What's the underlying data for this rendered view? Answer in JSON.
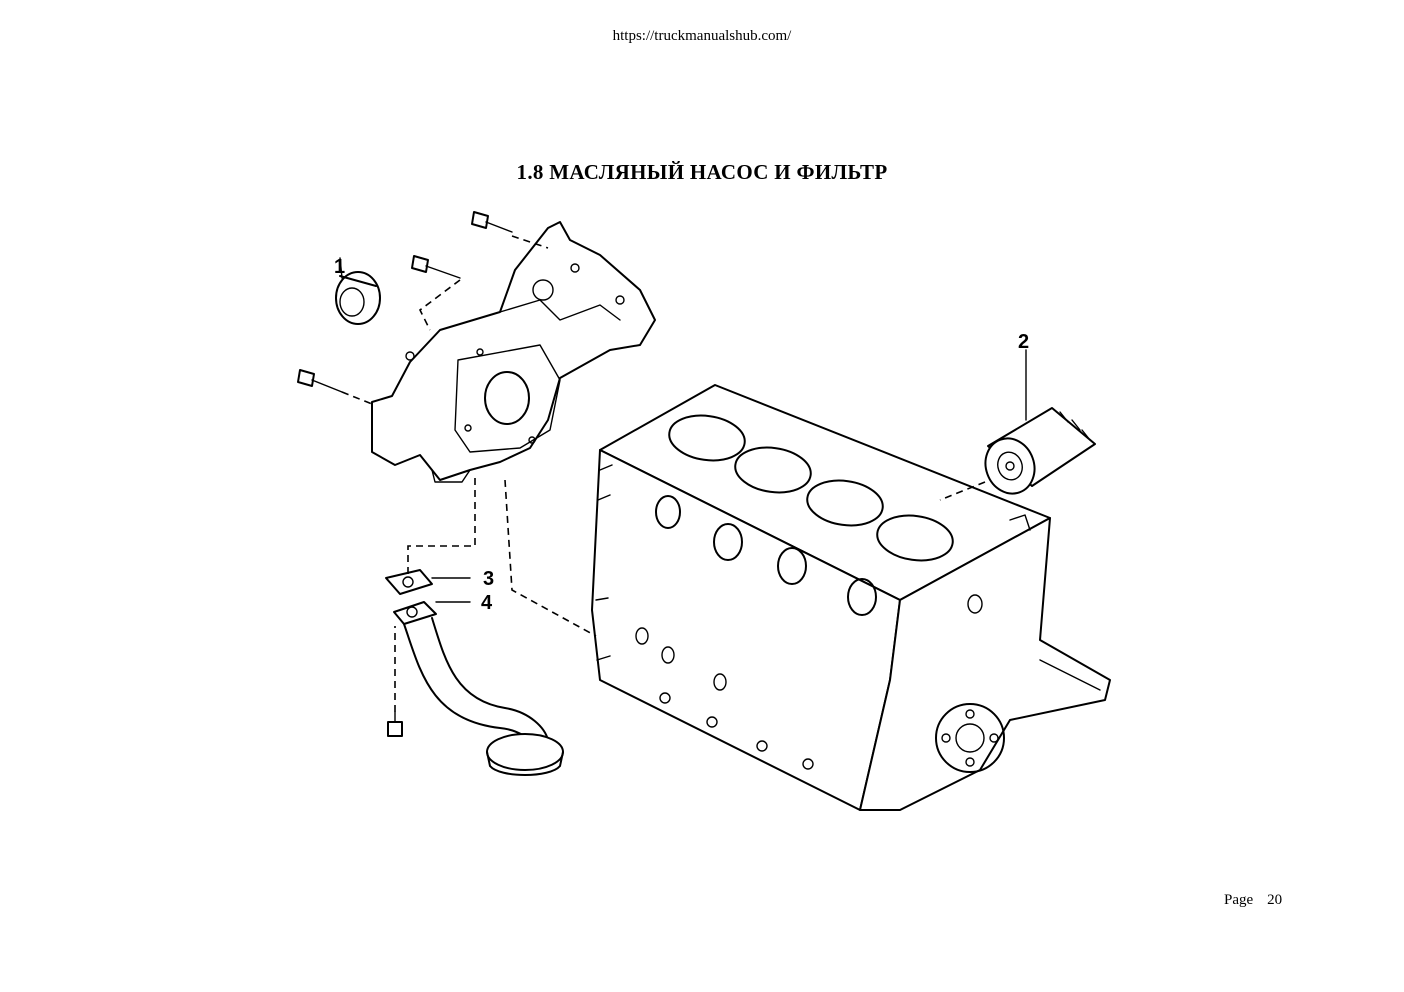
{
  "header": {
    "url": "https://truckmanualshub.com/"
  },
  "document": {
    "title": "1.8  МАСЛЯНЫЙ НАСОС И ФИЛЬТР"
  },
  "diagram": {
    "callouts": [
      "1",
      "2",
      "3",
      "4"
    ]
  },
  "footer": {
    "page_label": "Page",
    "page_number": "20"
  }
}
